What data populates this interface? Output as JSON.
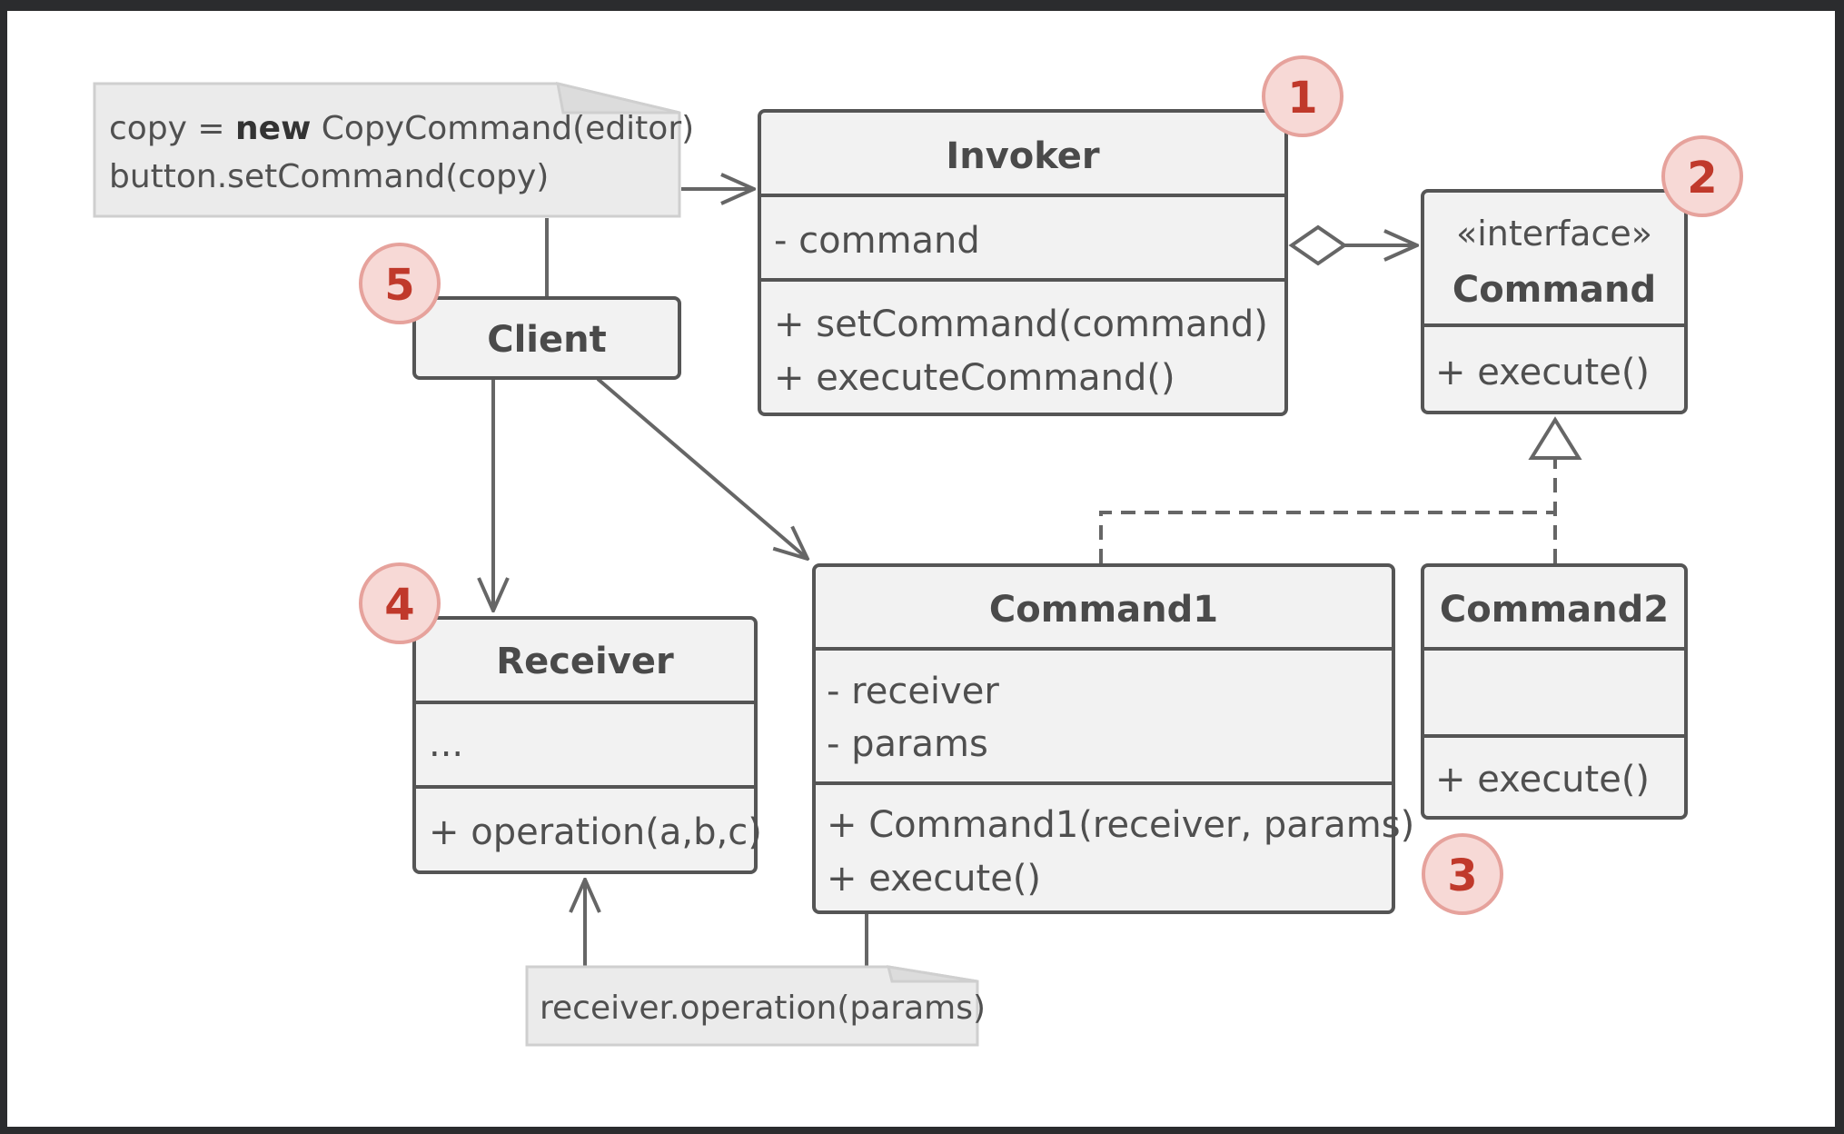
{
  "diagram": {
    "invoker": {
      "title": "Invoker",
      "fields": [
        "- command"
      ],
      "methods": [
        "+ setCommand(command)",
        "+ executeCommand()"
      ]
    },
    "command_interface": {
      "stereotype": "«interface»",
      "title": "Command",
      "methods": [
        "+ execute()"
      ]
    },
    "client": {
      "title": "Client"
    },
    "receiver": {
      "title": "Receiver",
      "fields": [
        "..."
      ],
      "methods": [
        "+ operation(a,b,c)"
      ]
    },
    "command1": {
      "title": "Command1",
      "fields": [
        "- receiver",
        "- params"
      ],
      "methods": [
        "+ Command1(receiver, params)",
        "+ execute()"
      ]
    },
    "command2": {
      "title": "Command2",
      "methods": [
        "+ execute()"
      ]
    },
    "notes": {
      "client_note": {
        "line1_prefix": "copy = ",
        "line1_keyword": "new",
        "line1_suffix": " CopyCommand(editor)",
        "line2": "button.setCommand(copy)"
      },
      "command1_note": "receiver.operation(params)"
    },
    "badges": [
      "1",
      "2",
      "3",
      "4",
      "5"
    ]
  }
}
